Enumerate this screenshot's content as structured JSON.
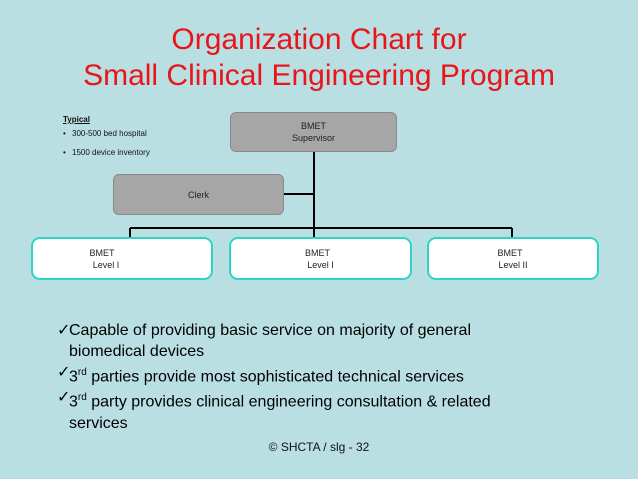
{
  "title": {
    "line1": "Organization Chart for",
    "line2": "Small Clinical Engineering Program"
  },
  "typical": {
    "heading": "Typical",
    "items": [
      "300-500 bed hospital",
      "1500 device inventory"
    ]
  },
  "nodes": {
    "supervisor": {
      "line1": "BMET",
      "line2": "Supervisor"
    },
    "clerk": {
      "label": "Clerk"
    },
    "level_left": {
      "line1": "BMET",
      "line2": "Level I"
    },
    "level_middle": {
      "line1": "BMET",
      "line2": "Level I"
    },
    "level_right": {
      "line1": "BMET",
      "line2": "Level II"
    }
  },
  "bullets": [
    {
      "text": "Capable of providing basic service on majority of general biomedical devices"
    },
    {
      "text_pre": "3",
      "sup": "rd",
      "text_post": " parties provide most sophisticated technical services"
    },
    {
      "text_pre": "3",
      "sup": "rd",
      "text_post": " party provides clinical engineering consultation & related services"
    }
  ],
  "check_symbol": "✓",
  "footer": "© SHCTA / slg - 32",
  "colors": {
    "background": "#b9dfe3",
    "title": "#e8151b",
    "gray_box": "#a6a6a6",
    "box_border": "#2ed4c8"
  }
}
